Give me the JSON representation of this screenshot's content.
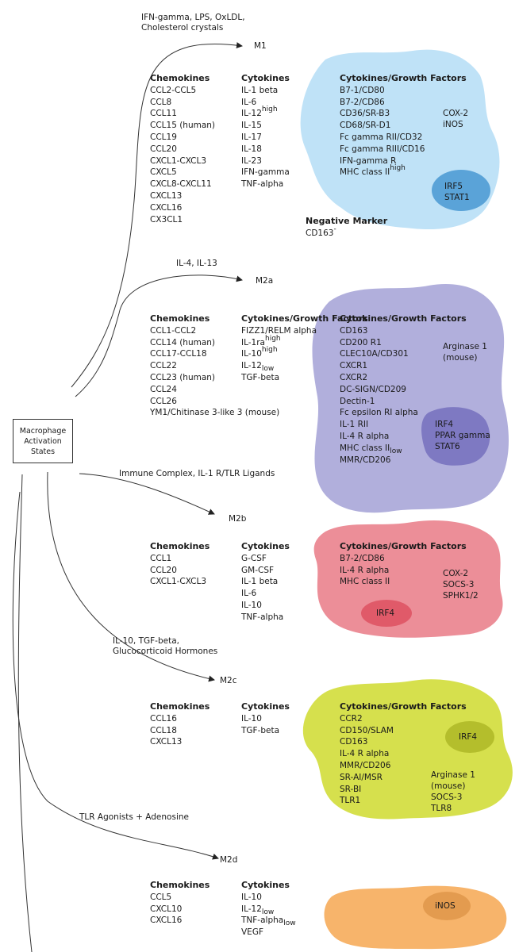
{
  "main_label": [
    "Macrophage",
    "Activation",
    "States"
  ],
  "states": [
    {
      "id": "m1",
      "label": "M1",
      "stimuli": [
        "IFN-gamma, LPS, OxLDL,",
        "Cholesterol crystals"
      ],
      "chemokines_header": "Chemokines",
      "chemokines": [
        "CCL2-CCL5",
        "CCL8",
        "CCL11",
        "CCL15 (human)",
        "CCL19",
        "CCL20",
        "CXCL1-CXCL3",
        "CXCL5",
        "CXCL8-CXCL11",
        "CXCL13",
        "CXCL16",
        "CX3CL1"
      ],
      "cytokines_header": "Cytokines",
      "cytokines": [
        "IL-1 beta",
        "IL-6",
        "IL-12",
        "IL-15",
        "IL-17",
        "IL-18",
        "IL-23",
        "IFN-gamma",
        "TNF-alpha"
      ],
      "cytokine_marks": {
        "il12": "high"
      },
      "growth_header": "Cytokines/Growth Factors",
      "growth": [
        "B7-1/CD80",
        "B7-2/CD86",
        "CD36/SR-B3",
        "CD68/SR-D1",
        "Fc gamma RII/CD32",
        "Fc gamma RIII/CD16",
        "IFN-gamma R",
        "MHC class II"
      ],
      "growth_marks": {
        "mhc": "high"
      },
      "right_items": [
        "COX-2",
        "iNOS"
      ],
      "nucleus": [
        "IRF5",
        "STAT1"
      ],
      "negative_header": "Negative Marker",
      "negative_item": "CD163",
      "negative_sup": "-",
      "color": "#bfe2f7",
      "nucleus_color": "#5aa3d8"
    },
    {
      "id": "m2a",
      "label": "M2a",
      "stimuli": [
        "IL-4, IL-13"
      ],
      "chemokines_header": "Chemokines",
      "chemokines": [
        "CCL1-CCL2",
        "CCL14 (human)",
        "CCL17-CCL18",
        "CCL22",
        "CCL23 (human)",
        "CCL24",
        "CCL26",
        "YM1/Chitinase 3-like 3 (mouse)"
      ],
      "cytokines_header": "Cytokines/Growth Factors",
      "cytokines": [
        "FIZZ1/RELM alpha",
        "IL-1ra",
        "IL-10",
        "IL-12",
        "TGF-beta"
      ],
      "cytokine_marks": {
        "il1ra": "high",
        "il10": "high",
        "il12": "low"
      },
      "growth_header": "Cytokines/Growth Factors",
      "growth": [
        "CD163",
        "CD200 R1",
        "CLEC10A/CD301",
        "CXCR1",
        "CXCR2",
        "DC-SIGN/CD209",
        "Dectin-1",
        "Fc epsilon RI alpha",
        "IL-1 RII",
        "IL-4 R alpha",
        "MHC class II",
        "MMR/CD206"
      ],
      "growth_marks": {
        "mhc": "low"
      },
      "right_items": [
        "Arginase 1",
        "(mouse)"
      ],
      "nucleus": [
        "IRF4",
        "PPAR gamma",
        "STAT6"
      ],
      "color": "#b1afdc",
      "nucleus_color": "#7e79c2"
    },
    {
      "id": "m2b",
      "label": "M2b",
      "stimuli": [
        "Immune Complex, IL-1 R/TLR Ligands"
      ],
      "chemokines_header": "Chemokines",
      "chemokines": [
        "CCL1",
        "CCL20",
        "CXCL1-CXCL3"
      ],
      "cytokines_header": "Cytokines",
      "cytokines": [
        "G-CSF",
        "GM-CSF",
        "IL-1 beta",
        "IL-6",
        "IL-10",
        "TNF-alpha"
      ],
      "growth_header": "Cytokines/Growth Factors",
      "growth": [
        "B7-2/CD86",
        "IL-4 R alpha",
        "MHC class II"
      ],
      "right_items": [
        "COX-2",
        "SOCS-3",
        "SPHK1/2"
      ],
      "nucleus": [
        "IRF4"
      ],
      "color": "#ec8e98",
      "nucleus_color": "#e05a69"
    },
    {
      "id": "m2c",
      "label": "M2c",
      "stimuli": [
        "IL-10, TGF-beta,",
        "Glucocorticoid Hormones"
      ],
      "chemokines_header": "Chemokines",
      "chemokines": [
        "CCL16",
        "CCL18",
        "CXCL13"
      ],
      "cytokines_header": "Cytokines",
      "cytokines": [
        "IL-10",
        "TGF-beta"
      ],
      "growth_header": "Cytokines/Growth Factors",
      "growth": [
        "CCR2",
        "CD150/SLAM",
        "CD163",
        "IL-4 R alpha",
        "MMR/CD206",
        "SR-AI/MSR",
        "SR-BI",
        "TLR1"
      ],
      "right_items": [
        "Arginase 1",
        "(mouse)",
        "SOCS-3",
        "TLR8"
      ],
      "nucleus": [
        "IRF4"
      ],
      "color": "#d6e04d",
      "nucleus_color": "#b4be2c"
    },
    {
      "id": "m2d",
      "label": "M2d",
      "stimuli": [
        "TLR Agonists + Adenosine"
      ],
      "chemokines_header": "Chemokines",
      "chemokines": [
        "CCL5",
        "CXCL10",
        "CXCL16"
      ],
      "cytokines_header": "Cytokines",
      "cytokines": [
        "IL-10",
        "IL-12",
        "TNF-alpha",
        "VEGF"
      ],
      "cytokine_marks": {
        "il12": "low",
        "tnf": "low"
      },
      "nucleus": [
        "iNOS"
      ],
      "color": "#f7b46b",
      "nucleus_color": "#e39b4f"
    }
  ]
}
